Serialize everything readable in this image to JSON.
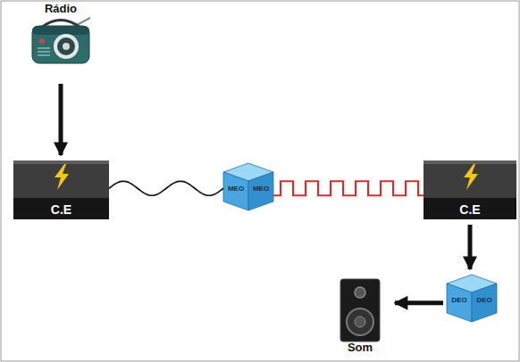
{
  "diagram": {
    "nodes": [
      {
        "text": [
          "Rádio"
        ]
      },
      {
        "text": [
          "C.E"
        ]
      },
      {
        "text": [
          "MEO",
          "MEO"
        ]
      },
      {
        "text": [
          "C.E"
        ]
      },
      {
        "text": [
          "DEO",
          "DEO"
        ]
      },
      {
        "text": [
          "Som"
        ]
      }
    ],
    "edges": [
      {
        "from": 0,
        "to": 1,
        "arrow": "to"
      },
      {
        "from": 1,
        "to": 2,
        "arrow": "none"
      },
      {
        "from": 2,
        "to": 3,
        "arrow": "none"
      },
      {
        "from": 3,
        "to": 4,
        "arrow": "to"
      },
      {
        "from": 4,
        "to": 5,
        "arrow": "to"
      }
    ]
  }
}
